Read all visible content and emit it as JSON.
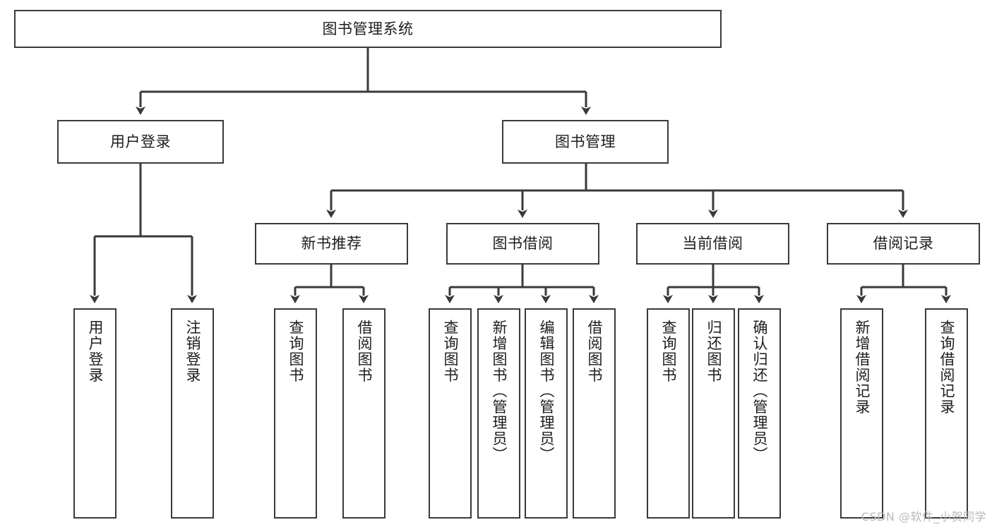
{
  "diagram": {
    "type": "tree-hierarchy",
    "title": "图书管理系统",
    "orientation": "top-down",
    "colors": {
      "box_border": "#3a3a3a",
      "box_fill": "#ffffff",
      "edge": "#3a3a3a",
      "text": "#1d1d1d",
      "watermark": "#b9b9b9",
      "background": "#ffffff"
    }
  },
  "watermark": {
    "text": "CSDN @软件_小贺同学"
  },
  "nodes": {
    "root": {
      "label": "图书管理系统"
    },
    "level1": [
      {
        "label": "用户登录"
      },
      {
        "label": "图书管理"
      }
    ],
    "level2": [
      {
        "label": "新书推荐"
      },
      {
        "label": "图书借阅"
      },
      {
        "label": "当前借阅"
      },
      {
        "label": "借阅记录"
      }
    ],
    "leaves": {
      "user_login": [
        {
          "label": "用户登录"
        },
        {
          "label": "注销登录"
        }
      ],
      "new_book_recommend": [
        {
          "label": "查询图书"
        },
        {
          "label": "借阅图书"
        }
      ],
      "book_borrow": [
        {
          "label": "查询图书"
        },
        {
          "label": "新增图书（管理员）"
        },
        {
          "label": "编辑图书（管理员）"
        },
        {
          "label": "借阅图书"
        }
      ],
      "current_borrow": [
        {
          "label": "查询图书"
        },
        {
          "label": "归还图书"
        },
        {
          "label": "确认归还（管理员）"
        }
      ],
      "borrow_record": [
        {
          "label": "新增借阅记录"
        },
        {
          "label": "查询借阅记录"
        }
      ]
    }
  }
}
